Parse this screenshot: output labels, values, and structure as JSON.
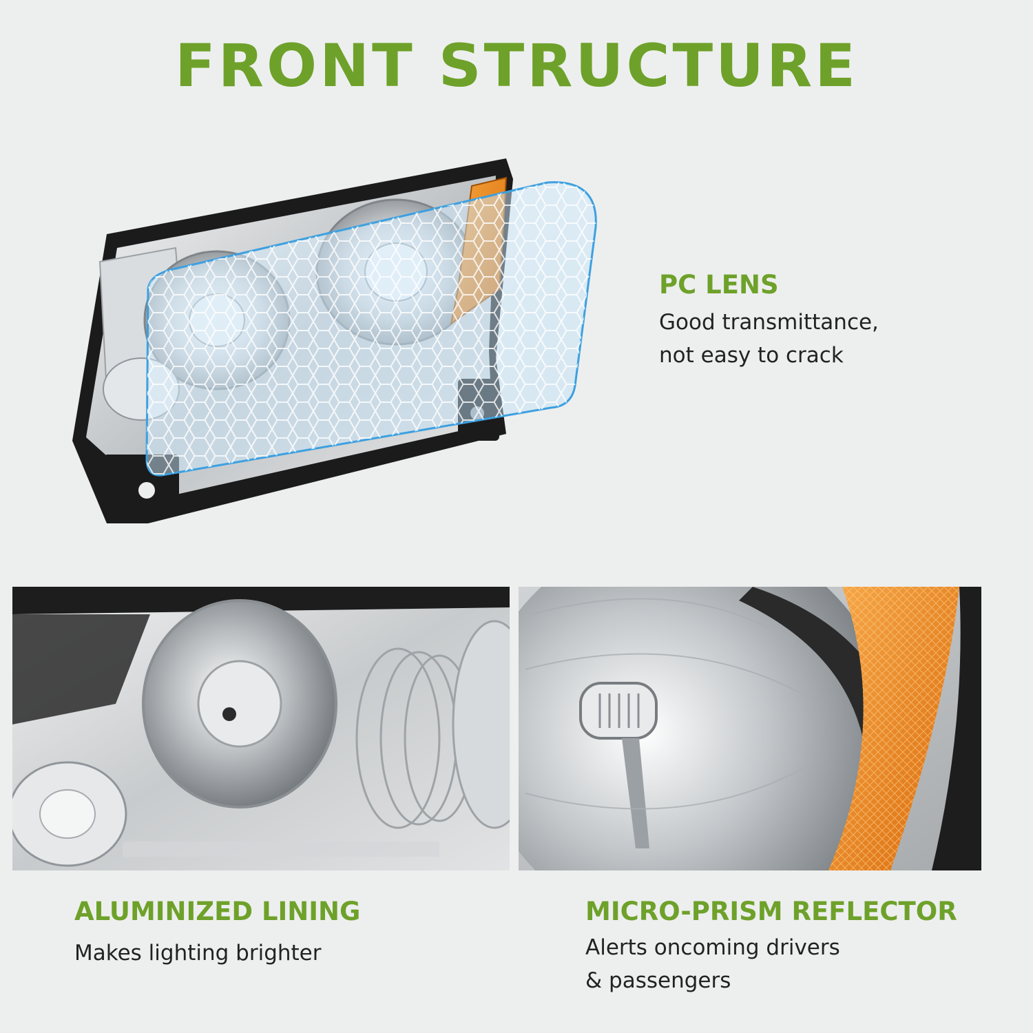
{
  "page": {
    "title": "FRONT STRUCTURE"
  },
  "features": {
    "pc_lens": {
      "heading": "PC LENS",
      "desc_lines": [
        "Good transmittance,",
        "not easy to crack"
      ]
    },
    "aluminized_lining": {
      "heading": "ALUMINIZED LINING",
      "desc_lines": [
        "Makes lighting brighter"
      ]
    },
    "micro_prism_reflector": {
      "heading": "MICRO-PRISM REFLECTOR",
      "desc_lines": [
        "Alerts oncoming drivers",
        "& passengers"
      ]
    }
  },
  "colors": {
    "accent_green": "#6ea12a",
    "background": "#edefee",
    "amber": "#e07a10",
    "text": "#222222"
  }
}
